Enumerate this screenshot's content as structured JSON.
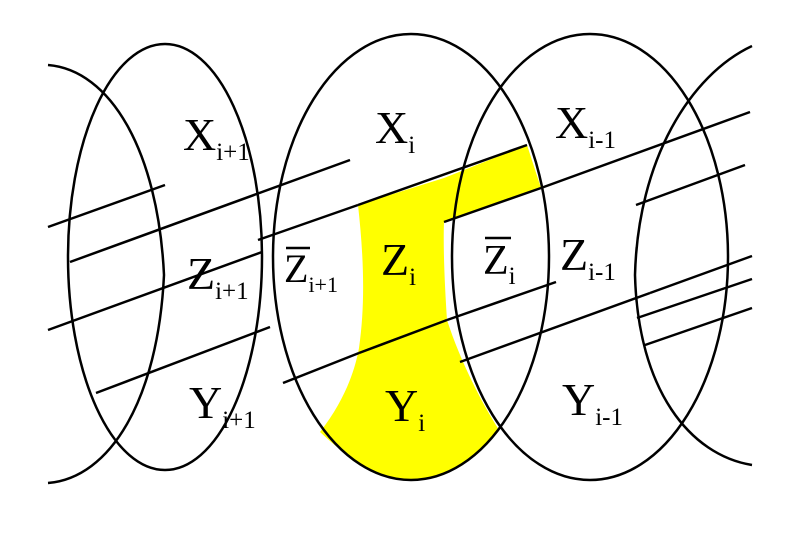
{
  "diagram": {
    "highlight_color": "#ffff00",
    "stroke_color": "#000000",
    "labels": [
      {
        "base": "X",
        "sub": "i+1",
        "bar": false
      },
      {
        "base": "X",
        "sub": "i",
        "bar": false
      },
      {
        "base": "X",
        "sub": "i-1",
        "bar": false
      },
      {
        "base": "Z",
        "sub": "i+1",
        "bar": false
      },
      {
        "base": "Z",
        "sub": "i+1",
        "bar": true
      },
      {
        "base": "Z",
        "sub": "i",
        "bar": false
      },
      {
        "base": "Z",
        "sub": "i",
        "bar": true
      },
      {
        "base": "Z",
        "sub": "i-1",
        "bar": false
      },
      {
        "base": "Y",
        "sub": "i+1",
        "bar": false
      },
      {
        "base": "Y",
        "sub": "i",
        "bar": false
      },
      {
        "base": "Y",
        "sub": "i-1",
        "bar": false
      }
    ]
  }
}
